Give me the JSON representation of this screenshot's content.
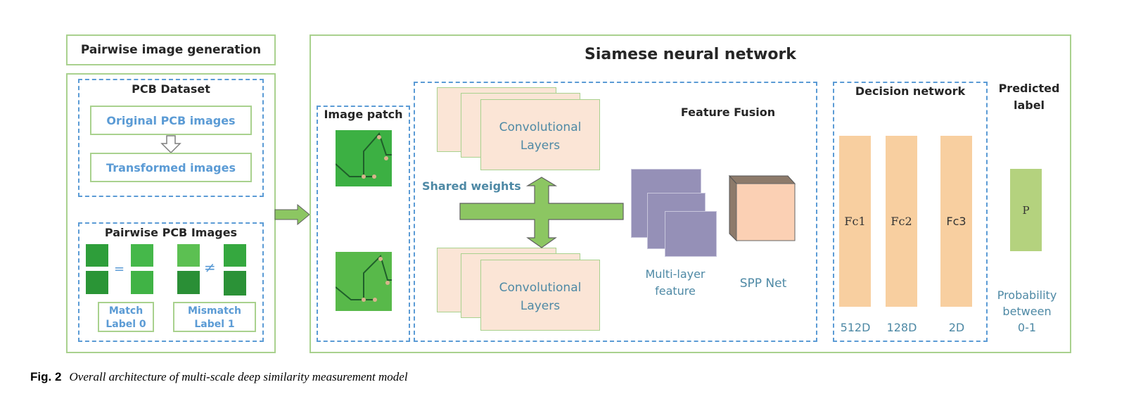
{
  "left_panel": {
    "header": "Pairwise image generation",
    "dataset_group": {
      "title": "PCB Dataset",
      "original": "Original PCB images",
      "transformed": "Transformed images"
    },
    "pairs_group": {
      "title": "Pairwise PCB Images",
      "equal_symbol": "=",
      "not_equal_symbol": "≠",
      "match_label_line1": "Match",
      "match_label_line2": "Label 0",
      "mismatch_label_line1": "Mismatch",
      "mismatch_label_line2": "Label 1"
    }
  },
  "right_panel": {
    "header": "Siamese neural network",
    "image_patch": {
      "title": "Image patch"
    },
    "feature_fusion": {
      "title": "Feature Fusion",
      "conv_top_line1": "Convolutional",
      "conv_top_line2": "Layers",
      "conv_bottom_line1": "Convolutional",
      "conv_bottom_line2": "Layers",
      "shared_weights": "Shared weights",
      "multilayer_line1": "Multi-layer",
      "multilayer_line2": "feature",
      "spp": "SPP Net"
    },
    "decision_network": {
      "title": "Decision network",
      "layers": [
        {
          "name": "Fc1",
          "dim": "512D"
        },
        {
          "name": "Fc2",
          "dim": "128D"
        },
        {
          "name": "Fc3",
          "dim": "2D"
        }
      ]
    },
    "predicted": {
      "title_line1": "Predicted",
      "title_line2": "label",
      "box_label": "P",
      "desc_line1": "Probability",
      "desc_line2": "between",
      "desc_line3": "0-1"
    }
  },
  "caption": {
    "fig_label": "Fig. 2",
    "text": "Overall architecture of multi-scale deep similarity measurement model"
  },
  "colors": {
    "box_border": "#a9d18e",
    "dashed": "#5b9bd5",
    "conv_fill": "#fbe5d6",
    "feature_fill": "#9590b7",
    "fc_fill": "#f8cfa0",
    "p_fill": "#b4d27e",
    "arrow_fill": "#8cc662"
  }
}
